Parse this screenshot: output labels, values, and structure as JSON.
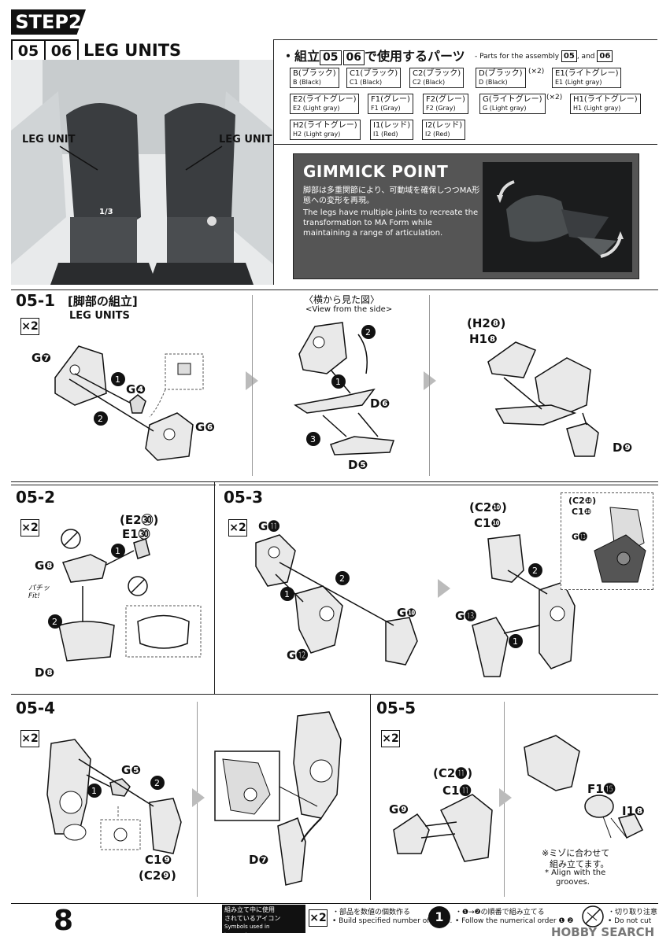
{
  "header": {
    "step_label": "STEP2",
    "num_a": "05",
    "num_b": "06",
    "title": "LEG UNITS",
    "leg_label_left": "LEG UNIT",
    "leg_label_right": "LEG UNIT"
  },
  "parts_panel": {
    "title_prefix": "・組立",
    "num_a": "05",
    "num_b": "06",
    "title_suffix": "で使用するパーツ",
    "en_prefix": "- Parts for the assembly",
    "en_and": ", and",
    "parts": [
      {
        "jp": "B(ブラック)",
        "en": "B (Black)",
        "mult": ""
      },
      {
        "jp": "C1(ブラック)",
        "en": "C1 (Black)",
        "mult": ""
      },
      {
        "jp": "C2(ブラック)",
        "en": "C2 (Black)",
        "mult": ""
      },
      {
        "jp": "D(ブラック)",
        "en": "D (Black)",
        "mult": "(×2)"
      },
      {
        "jp": "E1(ライトグレー)",
        "en": "E1 (Light gray)",
        "mult": ""
      },
      {
        "jp": "E2(ライトグレー)",
        "en": "E2 (Light gray)",
        "mult": ""
      },
      {
        "jp": "F1(グレー)",
        "en": "F1 (Gray)",
        "mult": ""
      },
      {
        "jp": "F2(グレー)",
        "en": "F2 (Gray)",
        "mult": ""
      },
      {
        "jp": "G(ライトグレー)",
        "en": "G (Light gray)",
        "mult": "(×2)"
      },
      {
        "jp": "H1(ライトグレー)",
        "en": "H1 (Light gray)",
        "mult": ""
      },
      {
        "jp": "H2(ライトグレー)",
        "en": "H2 (Light gray)",
        "mult": ""
      },
      {
        "jp": "I1(レッド)",
        "en": "I1 (Red)",
        "mult": ""
      },
      {
        "jp": "I2(レッド)",
        "en": "I2 (Red)",
        "mult": ""
      }
    ]
  },
  "gimmick": {
    "title": "GIMMICK POINT",
    "jp": "脚部は多重関節により、可動域を確保しつつMA形態への変形を再現。",
    "en": "The legs have multiple joints to recreate the transformation to MA Form while maintaining a range of articulation."
  },
  "s051": {
    "label": "05-1",
    "title_jp": "[脚部の組立]",
    "title_en": "LEG UNITS",
    "mult": "×2",
    "view_jp": "〈横から見た図〉",
    "view_en": "<View from the side>",
    "parts": [
      "G❼",
      "G❹",
      "G❻",
      "D❻",
      "D❺",
      "(H2❽)",
      "H1❽",
      "D❾"
    ]
  },
  "s052": {
    "label": "05-2",
    "mult": "×2",
    "parts": [
      "(E2㉚)",
      "E1㉚",
      "G❽",
      "D❽"
    ],
    "fit": "パチッ Fit!"
  },
  "s053": {
    "label": "05-3",
    "mult": "×2",
    "parts": [
      "G⓫",
      "G❿",
      "G⓬",
      "(C2❿)",
      "C1❿",
      "G⓭",
      "(C2❿)",
      "C1❿",
      "G⓭"
    ]
  },
  "s054": {
    "label": "05-4",
    "mult": "×2",
    "parts": [
      "G❺",
      "C1❾",
      "(C2❾)",
      "D❼"
    ]
  },
  "s055": {
    "label": "05-5",
    "mult": "×2",
    "parts": [
      "(C2⓫)",
      "C1⓫",
      "G❾",
      "F1⓯",
      "I1❽"
    ],
    "note_jp1": "※ミゾに合わせて",
    "note_jp2": "組み立てます。",
    "note_en1": "* Align with the",
    "note_en2": "grooves."
  },
  "footer": {
    "page": "8",
    "icons_jp1": "組み立て中に使用",
    "icons_jp2": "されているアイコン",
    "icons_en": "Symbols used in instructions",
    "icon1_jp": "・部品を数値の個数作る",
    "icon1_en": "• Build specified number of parts.",
    "icon1_mark": "×2",
    "icon2_jp": "・❶→❷の順番で組み立てる",
    "icon2_en": "• Follow the numerical order ❶ ❷",
    "icon2_mark": "1",
    "icon3_jp": "・切り取り注意",
    "icon3_en": "• Do not cut",
    "watermark": "HOBBY SEARCH"
  }
}
